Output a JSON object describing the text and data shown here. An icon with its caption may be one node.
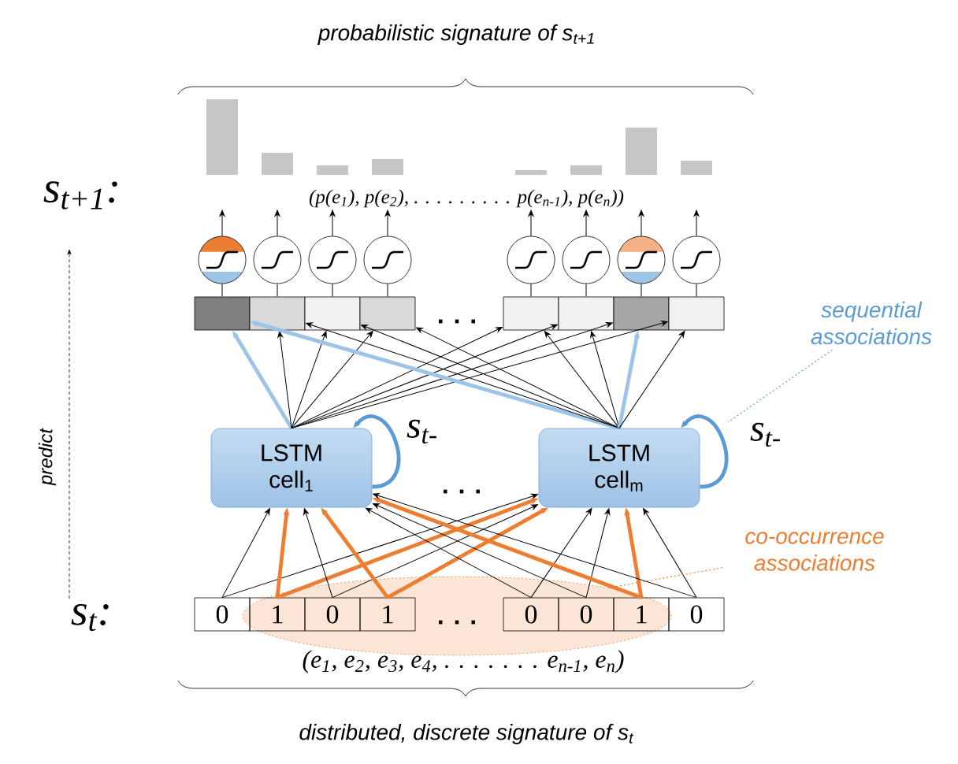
{
  "diagram": {
    "title": "probabilistic signature of s$_{t+1}$",
    "caption": "distributed, discrete signature of s$_{t}$",
    "nodes": [
      {
        "text": [
          "(p(e$_{1}$), p(e$_{2}$), . . . . . . . . . p(e$_{n-1}$), p(e$_{n}$))"
        ]
      },
      {
        "text": [],
        "shape": "circle"
      },
      {
        "text": [],
        "shape": "circle"
      },
      {
        "text": [],
        "shape": "circle"
      },
      {
        "text": [],
        "shape": "circle"
      },
      {
        "text": [],
        "shape": "circle"
      },
      {
        "text": [],
        "shape": "circle"
      },
      {
        "text": [],
        "shape": "circle"
      },
      {
        "text": [],
        "shape": "circle"
      },
      {
        "text": [],
        "shape": "box"
      },
      {
        "text": [],
        "shape": "box"
      },
      {
        "text": [],
        "shape": "box"
      },
      {
        "text": [],
        "shape": "box"
      },
      {
        "text": [],
        "shape": "box"
      },
      {
        "text": [],
        "shape": "box"
      },
      {
        "text": [],
        "shape": "box"
      },
      {
        "text": [],
        "shape": "box"
      },
      {
        "text": [
          "LSTM cell$_{1}$"
        ]
      },
      {
        "text": [
          "LSTM cell$_{m}$"
        ]
      },
      {
        "text": [
          "sequential associations"
        ]
      },
      {
        "text": [
          "co-occurrence associations"
        ]
      },
      {
        "text": [],
        "shape": "ellipse"
      },
      {
        "text": [
          "0"
        ]
      },
      {
        "text": [
          "1"
        ],
        "in": 21
      },
      {
        "text": [
          "0"
        ],
        "in": 21
      },
      {
        "text": [
          "1"
        ],
        "in": 21
      },
      {
        "text": [
          "0"
        ],
        "in": 21
      },
      {
        "text": [
          "0"
        ],
        "in": 21
      },
      {
        "text": [
          "1"
        ],
        "in": 21
      },
      {
        "text": [
          "0"
        ]
      }
    ],
    "edges": [
      {
        "from": 22,
        "to": 17,
        "arrow": "to"
      },
      {
        "from": 22,
        "to": 18,
        "arrow": "to"
      },
      {
        "from": 23,
        "to": 17,
        "arrow": "to",
        "style": "thick",
        "color": "#ed7d31"
      },
      {
        "from": 23,
        "to": 18,
        "arrow": "to",
        "style": "thick",
        "color": "#ed7d31"
      },
      {
        "from": 24,
        "to": 17,
        "arrow": "to"
      },
      {
        "from": 24,
        "to": 18,
        "arrow": "to"
      },
      {
        "from": 25,
        "to": 17,
        "arrow": "to",
        "style": "thick",
        "color": "#ed7d31"
      },
      {
        "from": 25,
        "to": 18,
        "arrow": "to",
        "style": "thick",
        "color": "#ed7d31"
      },
      {
        "from": 26,
        "to": 17,
        "arrow": "to"
      },
      {
        "from": 26,
        "to": 18,
        "arrow": "to"
      },
      {
        "from": 27,
        "to": 17,
        "arrow": "to"
      },
      {
        "from": 27,
        "to": 18,
        "arrow": "to"
      },
      {
        "from": 28,
        "to": 17,
        "arrow": "to",
        "style": "thick",
        "color": "#ed7d31"
      },
      {
        "from": 28,
        "to": 18,
        "arrow": "to",
        "style": "thick",
        "color": "#ed7d31"
      },
      {
        "from": 29,
        "to": 17,
        "arrow": "to"
      },
      {
        "from": 29,
        "to": 18,
        "arrow": "to"
      },
      {
        "from": 17,
        "to": 9,
        "arrow": "to",
        "style": "thick",
        "color": "#9dc3e6"
      },
      {
        "from": 17,
        "to": 10,
        "arrow": "to"
      },
      {
        "from": 17,
        "to": 11,
        "arrow": "to"
      },
      {
        "from": 17,
        "to": 12,
        "arrow": "to"
      },
      {
        "from": 17,
        "to": 13,
        "arrow": "to"
      },
      {
        "from": 17,
        "to": 14,
        "arrow": "to"
      },
      {
        "from": 17,
        "to": 15,
        "arrow": "to"
      },
      {
        "from": 17,
        "to": 16,
        "arrow": "to"
      },
      {
        "from": 18,
        "to": 9,
        "arrow": "to",
        "style": "thick",
        "color": "#9dc3e6"
      },
      {
        "from": 18,
        "to": 10,
        "arrow": "to"
      },
      {
        "from": 18,
        "to": 11,
        "arrow": "to"
      },
      {
        "from": 18,
        "to": 12,
        "arrow": "to"
      },
      {
        "from": 18,
        "to": 13,
        "arrow": "to"
      },
      {
        "from": 18,
        "to": 14,
        "arrow": "to"
      },
      {
        "from": 18,
        "to": 15,
        "arrow": "to",
        "style": "thick",
        "color": "#9dc3e6"
      },
      {
        "from": 18,
        "to": 16,
        "arrow": "to"
      },
      {
        "from": 9,
        "to": 1,
        "arrow": "none"
      },
      {
        "from": 10,
        "to": 2,
        "arrow": "none"
      },
      {
        "from": 11,
        "to": 3,
        "arrow": "none"
      },
      {
        "from": 12,
        "to": 4,
        "arrow": "none"
      },
      {
        "from": 13,
        "to": 5,
        "arrow": "none"
      },
      {
        "from": 14,
        "to": 6,
        "arrow": "none"
      },
      {
        "from": 15,
        "to": 7,
        "arrow": "none"
      },
      {
        "from": 16,
        "to": 8,
        "arrow": "none"
      },
      {
        "from": 1,
        "to": 0,
        "arrow": "to"
      },
      {
        "from": 2,
        "to": 0,
        "arrow": "to"
      },
      {
        "from": 3,
        "to": 0,
        "arrow": "to"
      },
      {
        "from": 4,
        "to": 0,
        "arrow": "to"
      },
      {
        "from": 5,
        "to": 0,
        "arrow": "to"
      },
      {
        "from": 6,
        "to": 0,
        "arrow": "to"
      },
      {
        "from": 7,
        "to": 0,
        "arrow": "to"
      },
      {
        "from": 8,
        "to": 0,
        "arrow": "to"
      },
      {
        "from": 17,
        "to": 17,
        "arrow": "to",
        "label": "s$_{t-}$",
        "style": "thick",
        "color": "#5b9bd5"
      },
      {
        "from": 18,
        "to": 18,
        "arrow": "to",
        "label": "s$_{t-}$",
        "style": "thick",
        "color": "#5b9bd5"
      },
      {
        "from": 19,
        "to": null,
        "arrow": "none",
        "style": "dashed",
        "color": "#5b9bd5"
      },
      {
        "from": 20,
        "to": 21,
        "arrow": "none",
        "style": "dashed",
        "color": "#ed7d31"
      }
    ],
    "labels": [
      "s$_{t+1}$:",
      ". . .",
      "predict",
      ". . .",
      "s$_{t}$:",
      ". . .",
      "(e$_{1}$, e$_{2}$, e$_{3}$, e$_{4}$, . . . . . . . e$_{n-1}$, e$_{n}$)"
    ]
  }
}
